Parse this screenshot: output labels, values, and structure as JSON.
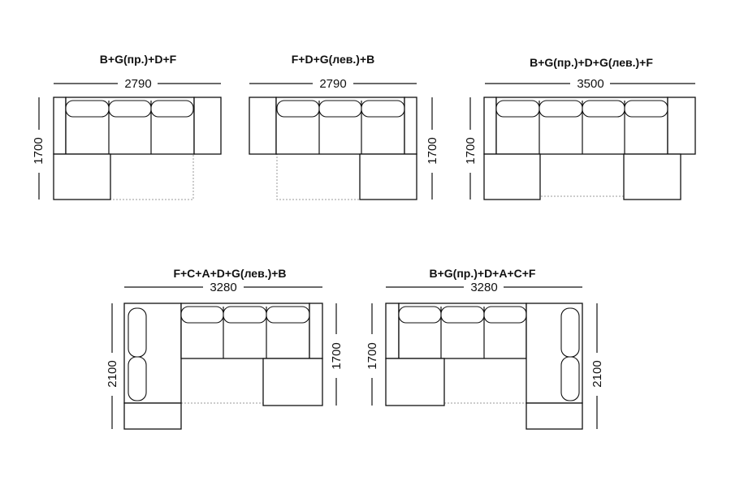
{
  "colors": {
    "line": "#111111",
    "dashed": "#9a9a9a",
    "background": "#ffffff"
  },
  "layouts": [
    {
      "title": "B+G(пр.)+D+F",
      "width_label": "2790",
      "depth_label": "1700"
    },
    {
      "title": "F+D+G(лев.)+B",
      "width_label": "2790",
      "depth_label": "1700"
    },
    {
      "title": "B+G(пр.)+D+G(лев.)+F",
      "width_label": "3500",
      "depth_label": "1700"
    },
    {
      "title": "F+C+A+D+G(лев.)+B",
      "width_label": "3280",
      "left_depth_label": "2100",
      "right_depth_label": "1700"
    },
    {
      "title": "B+G(пр.)+D+A+C+F",
      "width_label": "3280",
      "left_depth_label": "1700",
      "right_depth_label": "2100"
    }
  ]
}
